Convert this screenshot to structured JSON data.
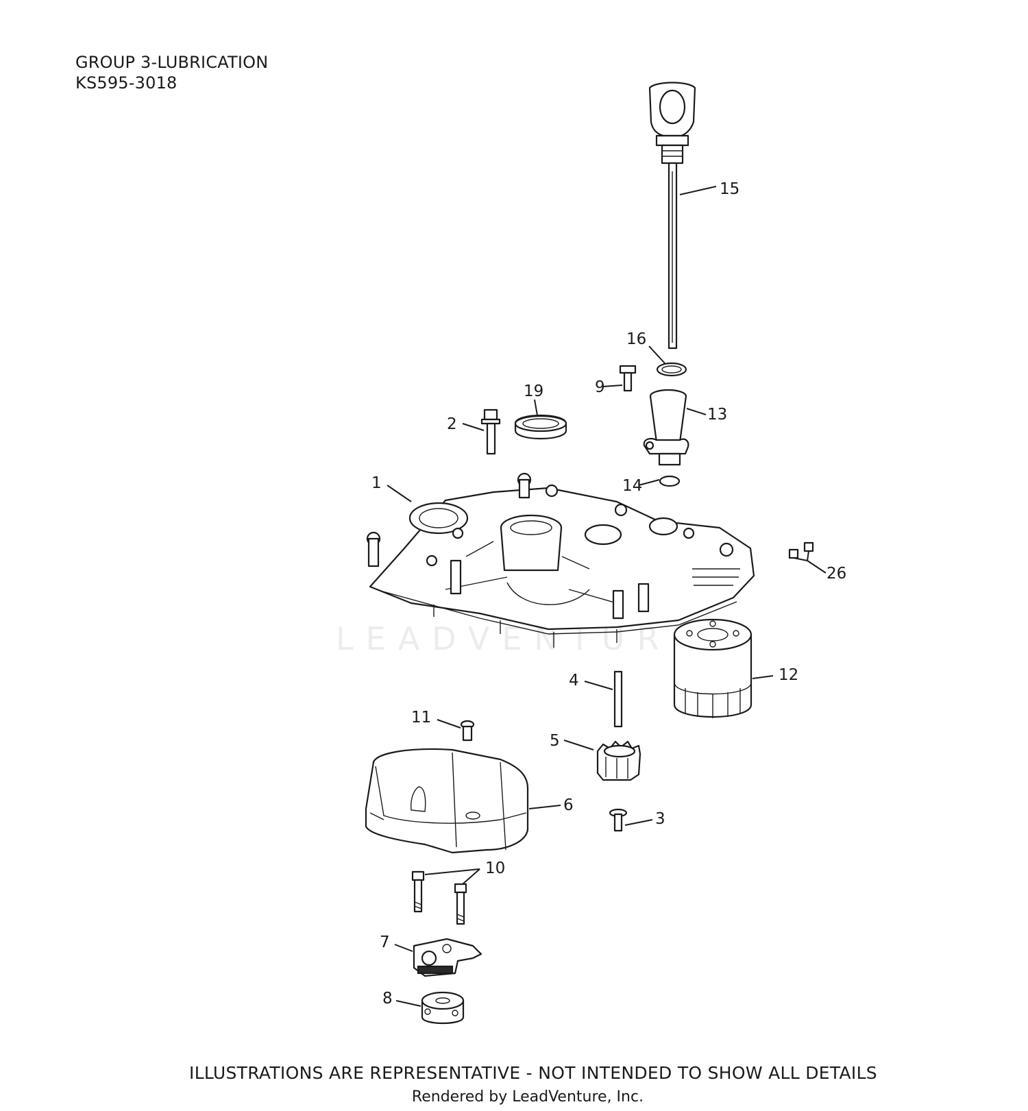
{
  "header": {
    "group_title": "GROUP 3-LUBRICATION",
    "diagram_code": "KS595-3018"
  },
  "callouts": [
    "1",
    "2",
    "3",
    "4",
    "5",
    "6",
    "7",
    "8",
    "9",
    "10",
    "11",
    "12",
    "13",
    "14",
    "15",
    "16",
    "19",
    "26"
  ],
  "watermark": "LEADVENTURE",
  "footer": {
    "disclaimer": "ILLUSTRATIONS ARE REPRESENTATIVE - NOT INTENDED TO SHOW ALL DETAILS",
    "credit": "Rendered by LeadVenture, Inc."
  }
}
